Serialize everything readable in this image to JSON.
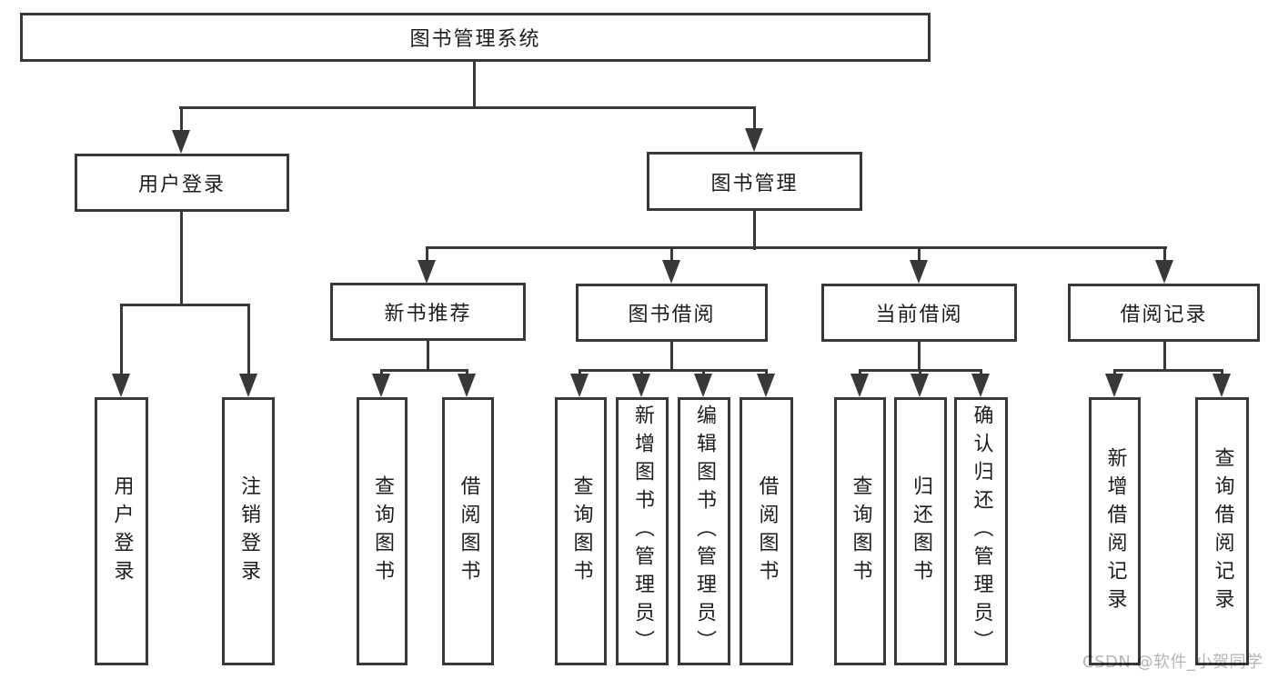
{
  "diagram_title": "图书管理系统",
  "tree": {
    "root": "图书管理系统",
    "branches": [
      {
        "label": "用户登录",
        "children": [
          "用户登录",
          "注销登录"
        ]
      },
      {
        "label": "图书管理",
        "children": [
          {
            "label": "新书推荐",
            "children": [
              "查询图书",
              "借阅图书"
            ]
          },
          {
            "label": "图书借阅",
            "children": [
              "查询图书",
              "新增图书（管理员）",
              "编辑图书（管理员）",
              "借阅图书"
            ]
          },
          {
            "label": "当前借阅",
            "children": [
              "查询图书",
              "归还图书",
              "确认归还（管理员）"
            ]
          },
          {
            "label": "借阅记录",
            "children": [
              "新增借阅记录",
              "查询借阅记录"
            ]
          }
        ]
      }
    ]
  },
  "watermark": "CSDN @软件_小贺同学",
  "colors": {
    "line": "#383838",
    "text": "#1d1d1d",
    "background": "#ffffff",
    "watermark": "#b4b4b4"
  }
}
